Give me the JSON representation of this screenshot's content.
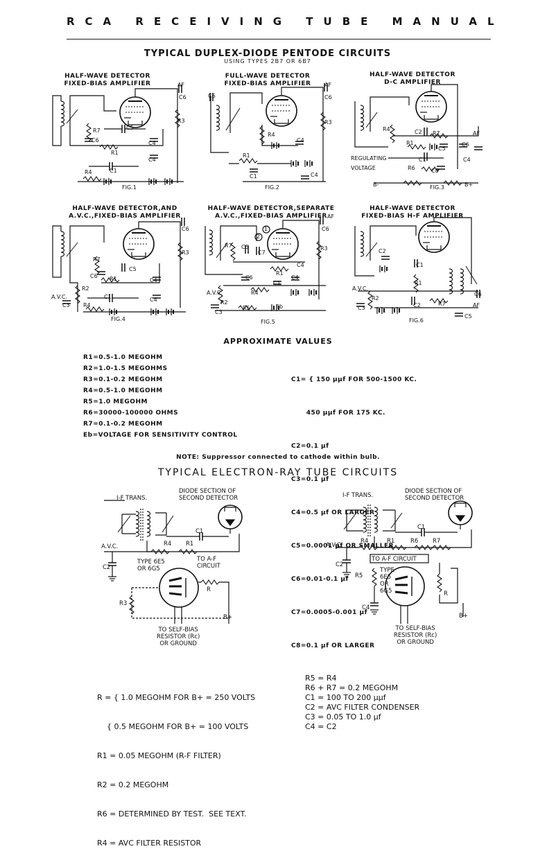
{
  "header": {
    "title": "RCA RECEIVING TUBE MANUAL"
  },
  "section1": {
    "title": "TYPICAL DUPLEX-DIODE PENTODE CIRCUITS",
    "subtitle": "USING TYPES 2B7 OR 6B7"
  },
  "figures": [
    {
      "caption1": "HALF-WAVE DETECTOR",
      "caption2": "FIXED-BIAS AMPLIFIER",
      "label": "FIG.1"
    },
    {
      "caption1": "FULL-WAVE DETECTOR",
      "caption2": "FIXED-BIAS AMPLIFIER",
      "label": "FIG.2"
    },
    {
      "caption1": "HALF-WAVE DETECTOR",
      "caption2": "D-C AMPLIFIER",
      "label": "FIG.3"
    },
    {
      "caption1": "HALF-WAVE DETECTOR,AND",
      "caption2": "A.V.C.,FIXED-BIAS AMPLIFIER",
      "label": "FIG.4"
    },
    {
      "caption1": "HALF-WAVE DETECTOR,SEPARATE",
      "caption2": "A.V.C.,FIXED-BIAS AMPLIFIER",
      "label": "FIG.5"
    },
    {
      "caption1": "HALF-WAVE DETECTOR",
      "caption2": "FIXED-BIAS H-F AMPLIFIER",
      "label": "FIG.6"
    }
  ],
  "component_labels": {
    "af": "AF",
    "c1": "C1",
    "c2": "C2",
    "c3": "C3",
    "c4": "C4",
    "c5": "C5",
    "c6": "C6",
    "c7": "C7",
    "c8": "C8",
    "r1": "R1",
    "r2": "R2",
    "r3": "R3",
    "r4": "R4",
    "r5": "R5",
    "r6": "R6",
    "r7": "R7",
    "avc": "A.V.C.",
    "eb": "Eb",
    "regulating": "REGULATING",
    "voltage": "VOLTAGE",
    "b_minus": "B-",
    "b_plus": "B+",
    "circle1": "1",
    "circle2": "2"
  },
  "approx": {
    "title": "APPROXIMATE VALUES",
    "left": [
      "R1=0.5-1.0 MEGOHM",
      "R2=1.0-1.5 MEGOHMS",
      "R3=0.1-0.2 MEGOHM",
      "R4=0.5-1.0 MEGOHM",
      "R5=1.0 MEGOHM",
      "R6=30000-100000 OHMS",
      "R7=0.1-0.2 MEGOHM",
      "Eb=VOLTAGE FOR SENSITIVITY CONTROL"
    ],
    "right": [
      "C1= { 150 μμf FOR 500-1500 KC.",
      "      450 μμf FOR 175 KC.",
      "C2=0.1 μf",
      "C3=0.1 μf",
      "C4=0.5 μf OR LARGER",
      "C5=0.0001 μf OR SMALLER",
      "C6=0.01-0.1 μf",
      "C7=0.0005-0.001 μf",
      "C8=0.1 μf OR LARGER"
    ],
    "note": "NOTE: Suppressor connected to cathode within bulb."
  },
  "section2": {
    "title": "TYPICAL ELECTRON-RAY TUBE CIRCUITS"
  },
  "eray": {
    "if_trans": "I-F TRANS.",
    "diode1": "DIODE SECTION OF",
    "diode2": "SECOND DETECTOR",
    "avc": "A.V.C.",
    "type1": "TYPE 6E5",
    "type2": "OR 6G5",
    "type_r_1": "TYPE",
    "type_r_2": "6E5",
    "type_r_3": "OR",
    "type_r_4": "6G5",
    "to_af1": "TO A-F",
    "to_af2": "CIRCUIT",
    "to_af_r": "TO A-F CIRCUIT",
    "self1": "TO SELF-BIAS",
    "self2": "RESISTOR (Rc)",
    "self3": "OR GROUND",
    "r": "R",
    "r1": "R1",
    "r3": "R3",
    "r4": "R4",
    "r5": "R5",
    "r6": "R6",
    "r7": "R7",
    "c1": "C1",
    "c2": "C2",
    "c4": "C4",
    "bplus": "B+"
  },
  "legend": {
    "left": [
      "R = { 1.0 MEGOHM FOR B+ = 250 VOLTS",
      "    { 0.5 MEGOHM FOR B+ = 100 VOLTS",
      "R1 = 0.05 MEGOHM (R-F FILTER)",
      "R2 = 0.2 MEGOHM",
      "R6 = DETERMINED BY TEST.  SEE TEXT.",
      "R4 = AVC FILTER RESISTOR"
    ],
    "right": [
      "R5 = R4",
      "R6 + R7 = 0.2 MEGOHM",
      "C1 = 100 TO 200 μμf",
      "C2 = AVC FILTER CONDENSER",
      "C3 = 0.05 TO 1.0 μf",
      "C4 = C2"
    ]
  }
}
